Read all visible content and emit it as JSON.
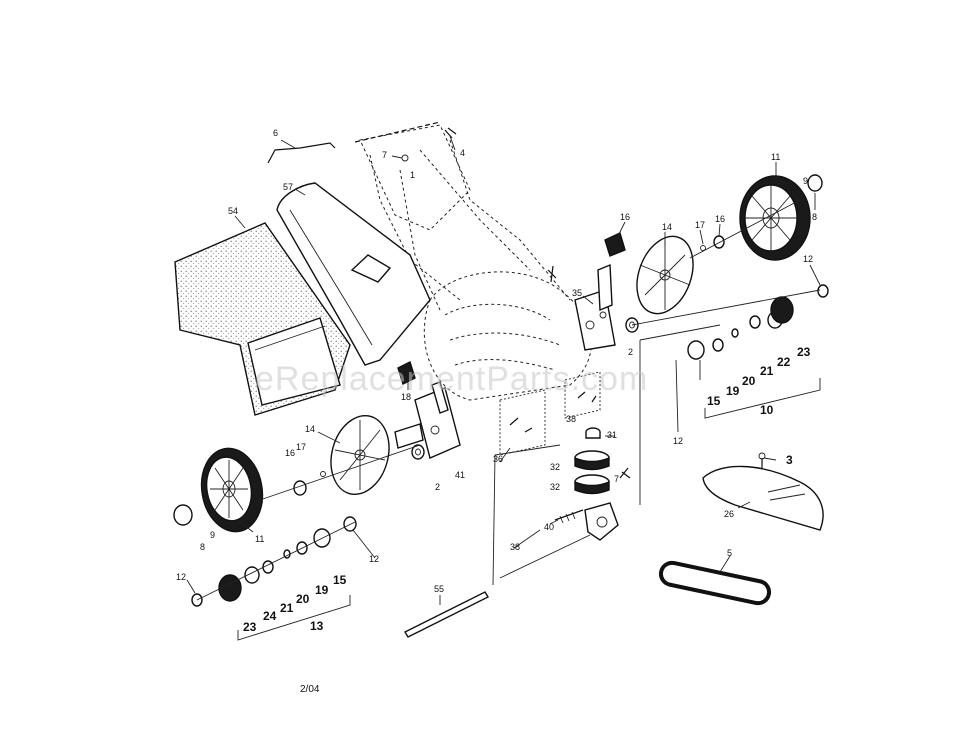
{
  "watermark": "eReplacementParts.com",
  "date_code": "2/04",
  "callouts": {
    "c6": "6",
    "c7": "7",
    "c4": "4",
    "c1": "1",
    "c57": "57",
    "c54": "54",
    "c16a": "16",
    "c14a": "14",
    "c17a": "17",
    "c16b": "16",
    "c11a": "11",
    "c9a": "9",
    "c8a": "8",
    "c35": "35",
    "c2a": "2",
    "c12a": "12",
    "c15a": "15",
    "c19a": "19",
    "c20a": "20",
    "c21a": "21",
    "c22": "22",
    "c23a": "23",
    "c10": "10",
    "c12b": "12",
    "c38a": "38",
    "c31": "31",
    "c3": "3",
    "c18": "18",
    "c14b": "14",
    "c17b": "17",
    "c16c": "16",
    "c2b": "2",
    "c41": "41",
    "c36": "36",
    "c32a": "32",
    "c32b": "32",
    "c7b": "7",
    "c26": "26",
    "c11b": "11",
    "c9b": "9",
    "c8b": "8",
    "c40": "40",
    "c38b": "38",
    "c5": "5",
    "c12c": "12",
    "c12d": "12",
    "c24": "24",
    "c21b": "21",
    "c20b": "20",
    "c19b": "19",
    "c15b": "15",
    "c23b": "23",
    "c13": "13",
    "c55": "55"
  }
}
